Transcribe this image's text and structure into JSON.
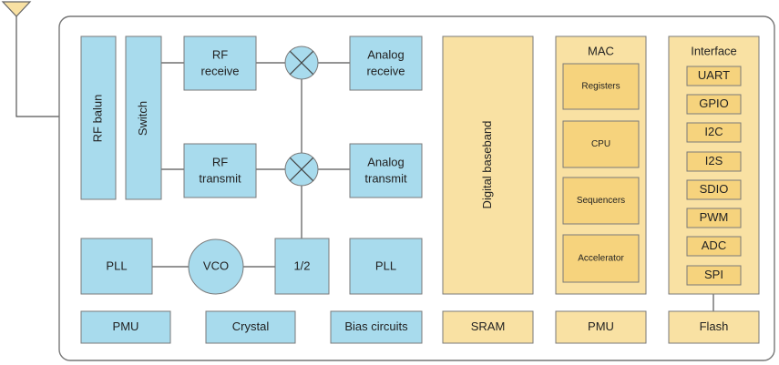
{
  "rf_section": {
    "rf_balun": "RF balun",
    "switch": "Switch",
    "rf_receive": [
      "RF",
      "receive"
    ],
    "rf_transmit": [
      "RF",
      "transmit"
    ],
    "analog_receive": [
      "Analog",
      "receive"
    ],
    "analog_transmit": [
      "Analog",
      "transmit"
    ],
    "pll_left": "PLL",
    "vco": "VCO",
    "divider": "1/2",
    "pll_right": "PLL",
    "pmu": "PMU",
    "crystal": "Crystal",
    "bias_circuits": "Bias circuits"
  },
  "digital_baseband": {
    "label": "Digital baseband",
    "sram": "SRAM"
  },
  "mac": {
    "title": "MAC",
    "items": [
      "Registers",
      "CPU",
      "Sequencers",
      "Accelerator"
    ],
    "pmu": "PMU"
  },
  "interface": {
    "title": "Interface",
    "items": [
      "UART",
      "GPIO",
      "I2C",
      "I2S",
      "SDIO",
      "PWM",
      "ADC",
      "SPI"
    ],
    "flash": "Flash"
  },
  "colors": {
    "rf_blocks": "#a8dbed",
    "digital_blocks": "#f9e1a3",
    "inner_blocks": "#f6d37d",
    "border": "#7a7a7a"
  }
}
